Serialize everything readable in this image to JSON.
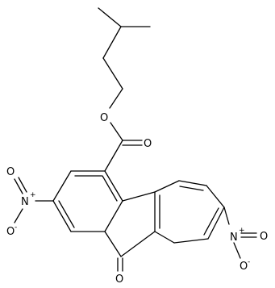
{
  "molecule": {
    "description_visible_labels_only": true,
    "atom_labels": {
      "ester_O": "O",
      "carbonyl_O_ester": "O",
      "nitro_left_N": "N",
      "nitro_left_O_minus": "O",
      "nitro_left_O": "O",
      "nitro_right_N": "N",
      "nitro_right_O_minus": "O",
      "nitro_right_O": "O",
      "ketone_O": "O"
    },
    "charges": {
      "plus": "+",
      "minus": "-"
    },
    "colors": {
      "bond": "#000000",
      "text": "#000000",
      "background": "#ffffff"
    }
  }
}
